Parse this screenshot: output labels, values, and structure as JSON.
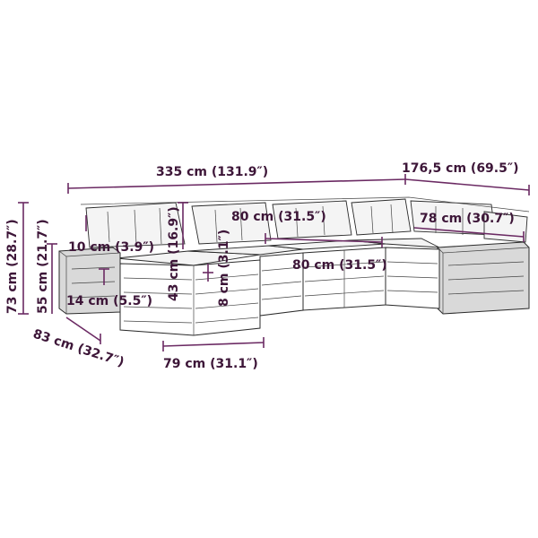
{
  "dimensions": {
    "total_width": "335 cm (131.9″)",
    "corner_depth": "176,5 cm (69.5″)",
    "total_height": "73 cm (28.7″)",
    "seat_height": "55 cm (21.7″)",
    "seat_depth": "83 cm (32.7″)",
    "armrest_width": "10 cm (3.9″)",
    "backrest_height": "43 cm (16.9″)",
    "cushion_thickness": "8 cm (3.1″)",
    "leg_height": "14 cm (5.5″)",
    "module_width_back": "80 cm (31.5″)",
    "module_width_front": "80 cm (31.5″)",
    "corner_module_width": "78 cm (30.7″)",
    "ottoman_width": "79 cm (31.1″)"
  },
  "colors": {
    "dimension": "#3d1638",
    "line": "#6b2a63",
    "outline": "#2b2b2b"
  }
}
